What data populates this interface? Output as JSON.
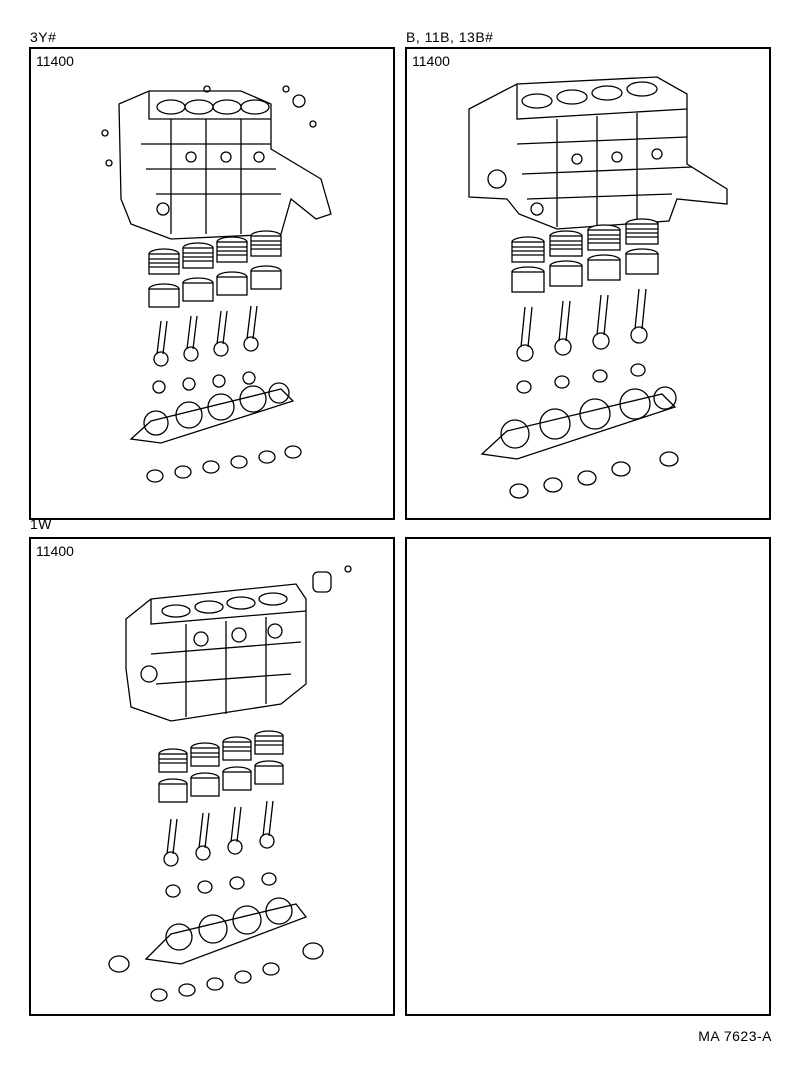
{
  "panels": [
    {
      "variant": "3Y#",
      "part_number": "11400"
    },
    {
      "variant": "B, 11B, 13B#",
      "part_number": "11400"
    },
    {
      "variant": "1W",
      "part_number": "11400"
    },
    {
      "variant": "",
      "part_number": ""
    }
  ],
  "footer": {
    "reference": "MA 7623-A"
  }
}
